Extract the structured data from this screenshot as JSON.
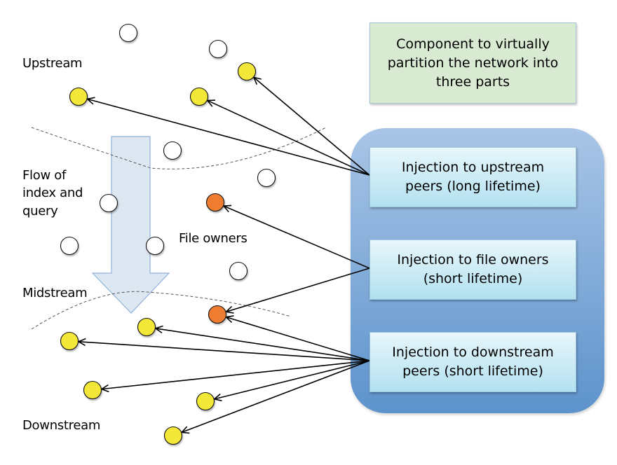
{
  "labels": {
    "upstream": "Upstream",
    "flow": [
      "Flow of",
      "index and",
      "query"
    ],
    "file_owners": "File owners",
    "midstream": "Midstream",
    "downstream": "Downstream"
  },
  "component_box": [
    "Component to virtually",
    "partition the network into",
    "three parts"
  ],
  "injections": [
    {
      "lines": [
        "Injection to upstream",
        "peers (long lifetime)"
      ]
    },
    {
      "lines": [
        "Injection to file owners",
        "(short lifetime)"
      ]
    },
    {
      "lines": [
        "Injection to downstream",
        "peers (short lifetime)"
      ]
    }
  ],
  "colors": {
    "peer": "#ffffff",
    "target_peer": "#f3e737",
    "file_owner": "#ee7d31",
    "component_box": "#d9ead3",
    "panel": "#7aa7d8",
    "flow_arrow": "#dde7f2"
  }
}
